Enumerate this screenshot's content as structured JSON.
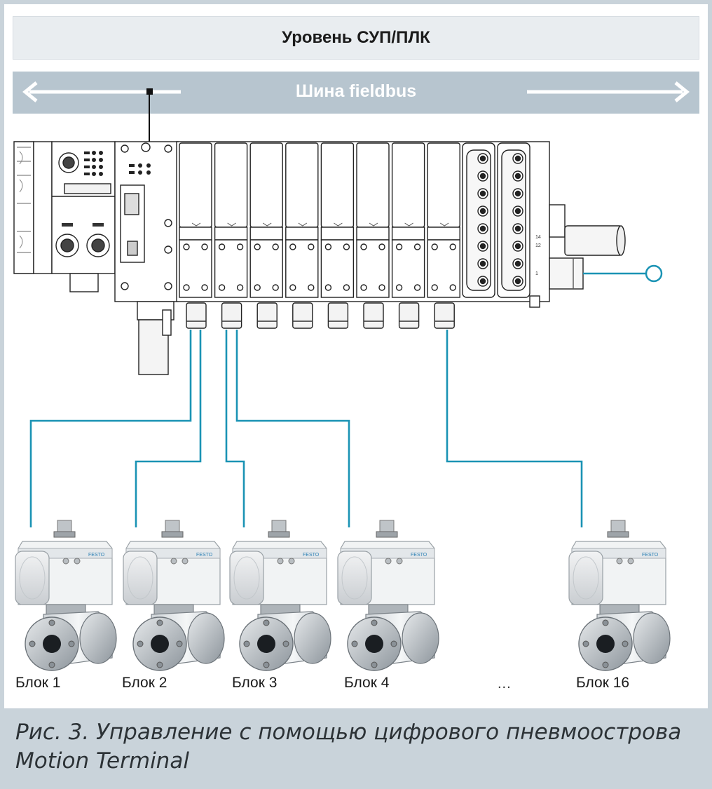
{
  "header": {
    "plc_level": "Уровень СУП/ПЛК"
  },
  "bus": {
    "label": "Шина fieldbus"
  },
  "blocks": [
    {
      "label": "Блок 1"
    },
    {
      "label": "Блок 2"
    },
    {
      "label": "Блок 3"
    },
    {
      "label": "Блок 4"
    },
    {
      "label": "Блок 16"
    }
  ],
  "ellipsis": "...",
  "caption": {
    "line1": "Рис. 3. Управление с помощью цифрового пневмоострова",
    "line2": "Motion Terminal"
  },
  "device_marking": "FESTO",
  "colors": {
    "connection_line": "#1a93b4",
    "bus_bar": "#b7c5cf",
    "plc_bar": "#e9edf0",
    "caption_band": "#c9d3da"
  }
}
